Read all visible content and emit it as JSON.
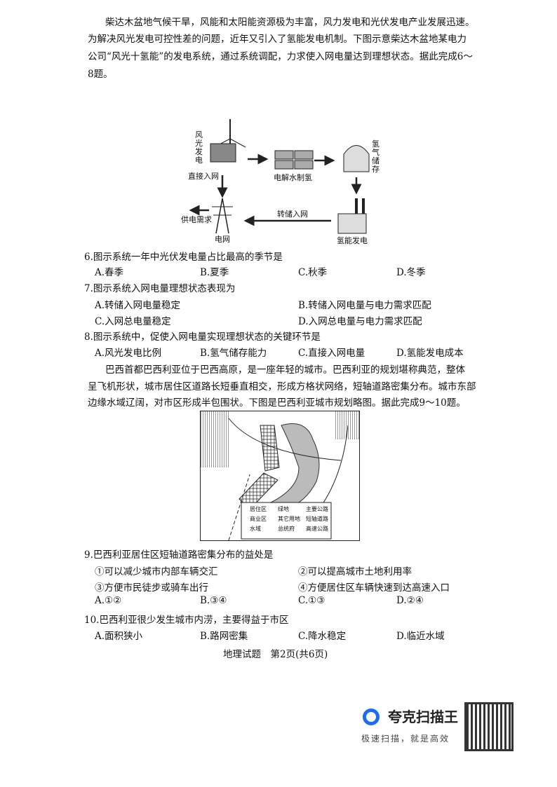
{
  "intro1": {
    "lines": [
      "柴达木盆地气候干旱，风能和太阳能资源极为丰富，风力发电和光伏发电产业发展迅速。",
      "为解决风光发电可控性差的问题，近年又引入了氢能发电机制。下图示意柴达木盆地某电力",
      "公司“风光十氢能”的发电系统，通过系统调配，力求使入网电量达到理想状态。据此完成6～",
      "8题。"
    ]
  },
  "diagram": {
    "wind_solar": "风光发电",
    "direct": "直接入网",
    "electrolysis": "电解水制氢",
    "storage": "氢气储存",
    "grid": "电网",
    "demand": "供电需求",
    "transfer": "转储入网",
    "h2power": "氢能发电"
  },
  "q6": {
    "stem": "6.图示系统一年中光伏发电量占比最高的季节是",
    "options": [
      "A.春季",
      "B.夏季",
      "C.秋季",
      "D.冬季"
    ]
  },
  "q7": {
    "stem": "7.图示系统入网电量理想状态表现为",
    "options": [
      "A.转储入网电量稳定",
      "B.转储入网电量与电力需求匹配",
      "C.入网总电量稳定",
      "D.入网总电量与电力需求匹配"
    ]
  },
  "q8": {
    "stem": "8.图示系统中，促使入网电量实现理想状态的关键环节是",
    "options": [
      "A.风光发电比例",
      "B.氢气储存能力",
      "C.直接入网电量",
      "D.氢能发电成本"
    ]
  },
  "intro2": {
    "lines": [
      "巴西首都巴西利亚位于巴西高原，是一座年轻的城市。巴西利亚的规划堪称典范，整体",
      "呈飞机形状，城市居住区道路长短垂直相交，形成方格状网络，短轴道路密集分布。城市东部",
      "边缘水域辽阔，对市区形成半包围状。下图是巴西利亚城市规划略图。据此完成9～10题。"
    ]
  },
  "map": {
    "legend": [
      "居住区",
      "绿地",
      "主要公路",
      "商业区",
      "其它用地",
      "短轴道路",
      "水域",
      "总统府",
      "高速公路"
    ]
  },
  "q9": {
    "stem": "9.巴西利亚居住区短轴道路密集分布的益处是",
    "items": [
      "①可以减少城市内部车辆交汇",
      "②可以提高城市土地利用率",
      "③方便市民徒步或骑车出行",
      "④方便居住区车辆快速到达高速入口"
    ],
    "options": [
      "A.①②",
      "B.③④",
      "C.①③",
      "D.②④"
    ]
  },
  "q10": {
    "stem": "10.巴西利亚很少发生城市内涝，主要得益于市区",
    "options": [
      "A.面积狭小",
      "B.路网密集",
      "C.降水稳定",
      "D.临近水域"
    ]
  },
  "footer": "地理试题　第2页(共6页)",
  "watermark": {
    "name": "夸克扫描王",
    "slogan": "极速扫描，就是高效",
    "brand_color": "#1a6cf0"
  }
}
